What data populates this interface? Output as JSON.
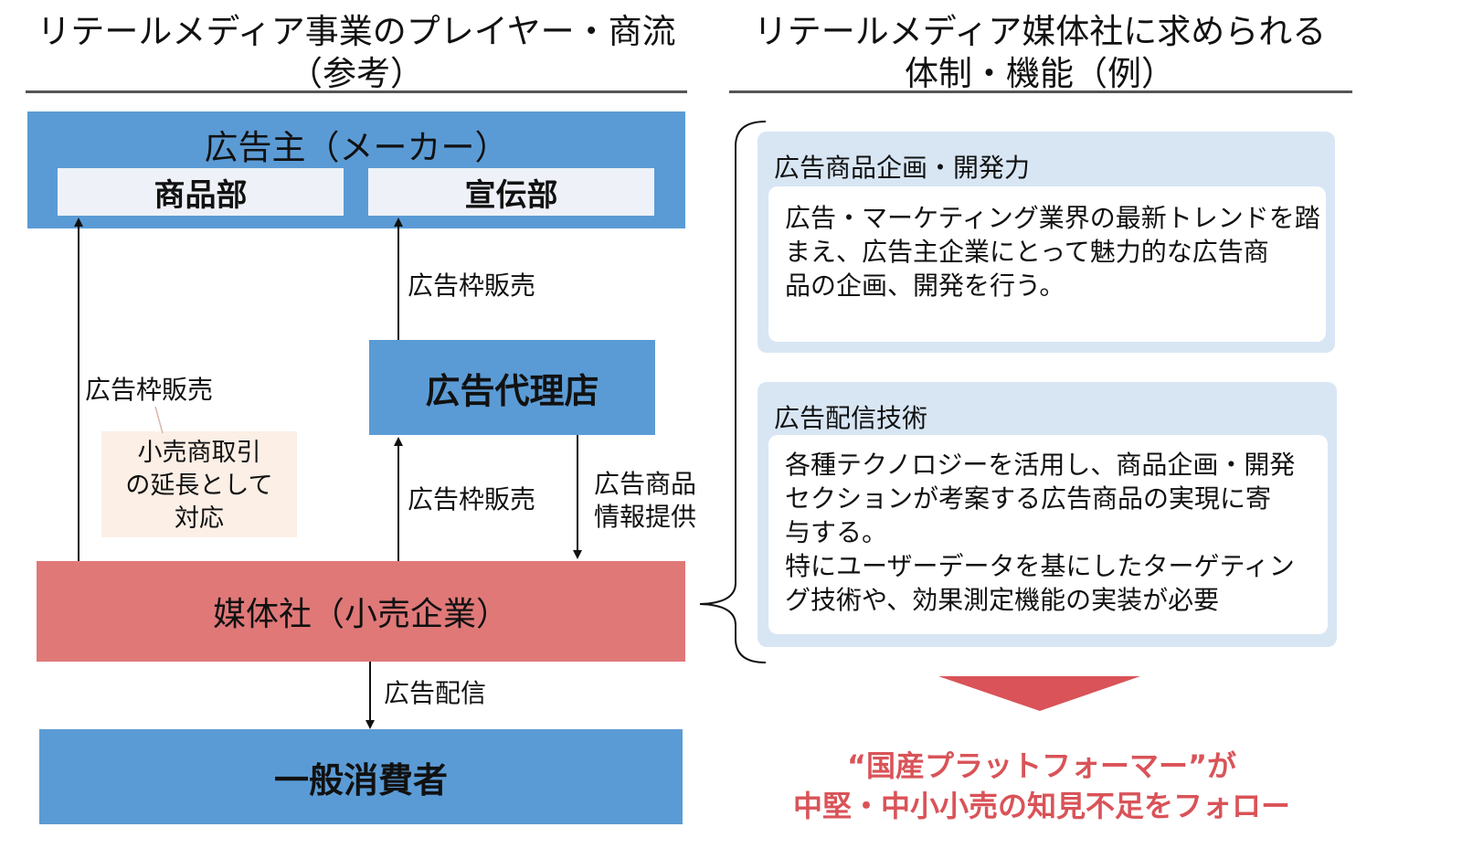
{
  "left_heading": {
    "line1": "リテールメディア事業のプレイヤー・商流",
    "line2": "（参考）"
  },
  "right_heading": {
    "line1": "リテールメディア媒体社に求められる",
    "line2": "体制・機能（例）"
  },
  "advertiser": {
    "title": "広告主（メーカー）",
    "dept_product": "商品部",
    "dept_promotion": "宣伝部"
  },
  "agency": {
    "title": "広告代理店"
  },
  "media_company": {
    "title": "媒体社（小売企業）"
  },
  "consumers": {
    "title": "一般消費者"
  },
  "flows": {
    "media_to_product": "広告枠販売",
    "agency_to_promotion": "広告枠販売",
    "media_to_agency": "広告枠販売",
    "agency_to_media": {
      "line1": "広告商品",
      "line2": "情報提供"
    },
    "media_to_consumers": "広告配信"
  },
  "note": {
    "line1": "小売商取引",
    "line2": "の延長として",
    "line3": "対応"
  },
  "panels": [
    {
      "title": "広告商品企画・開発力",
      "lines": [
        "広告・マーケティング業界の最新トレンドを踏",
        "まえ、広告主企業にとって魅力的な広告商",
        "品の企画、開発を行う。"
      ]
    },
    {
      "title": "広告配信技術",
      "lines": [
        "各種テクノロジーを活用し、商品企画・開発",
        "セクションが考案する広告商品の実現に寄",
        "与する。",
        "特にユーザーデータを基にしたターゲティン",
        "グ技術や、効果測定機能の実装が必要"
      ]
    }
  ],
  "footer": {
    "line1": "“国産プラットフォーマー”が",
    "line2": "中堅・中小小売の知見不足をフォロー"
  },
  "colors": {
    "box_blue": "#5b9bd5",
    "box_red": "#e07878",
    "dept_bg": "#eef2f8",
    "note_bg": "#fbefe6",
    "panel_bg": "#d8e6f4",
    "accent_red": "#d95358",
    "rule": "#555555"
  }
}
